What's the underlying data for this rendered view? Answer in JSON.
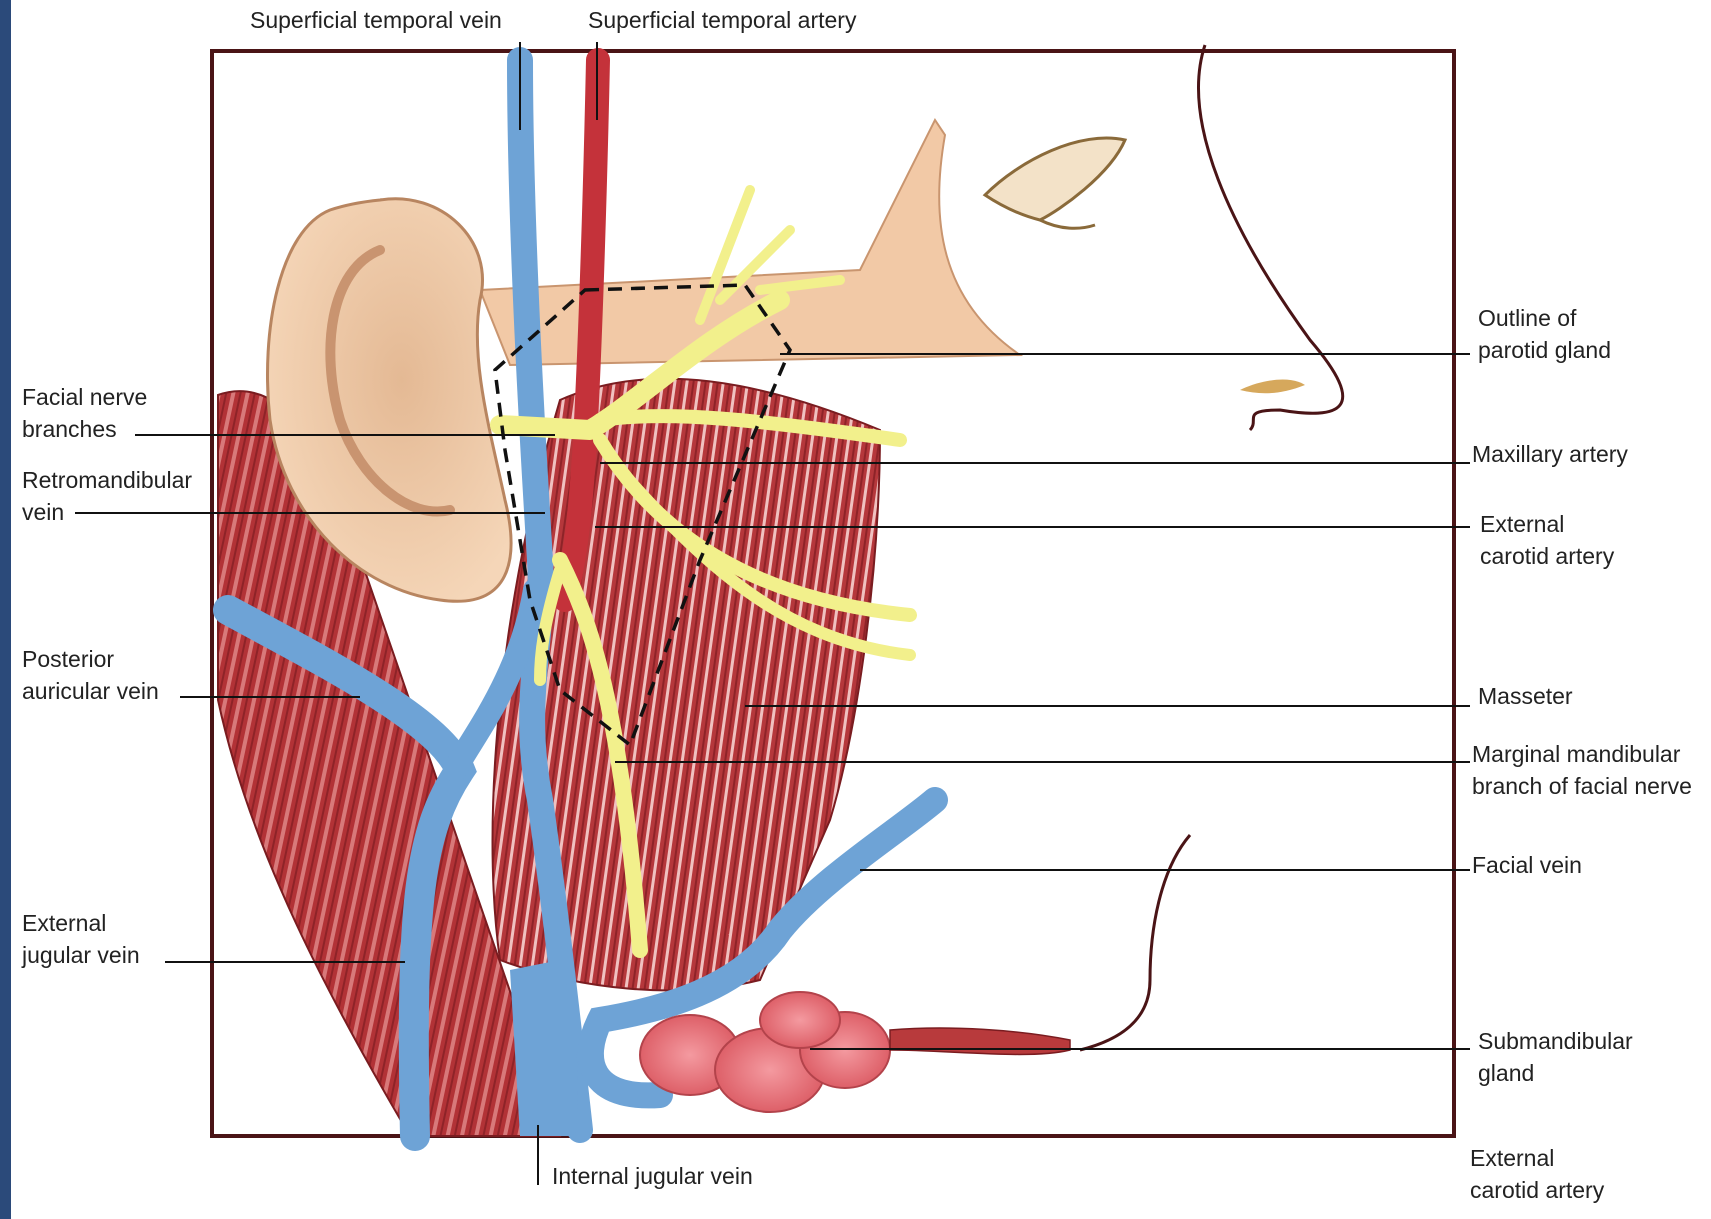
{
  "labels": {
    "superficial_temporal_vein": "Superficial temporal vein",
    "superficial_temporal_artery": "Superficial temporal artery",
    "outline_parotid": "Outline of\nparotid gland",
    "facial_nerve_branches": "Facial nerve\nbranches",
    "maxillary_artery": "Maxillary artery",
    "retromandibular_vein": "Retromandibular\nvein",
    "external_carotid_artery_upper": "External\ncarotid artery",
    "posterior_auricular_vein": "Posterior\nauricular vein",
    "masseter": "Masseter",
    "marginal_mandibular": "Marginal mandibular\nbranch of facial nerve",
    "facial_vein": "Facial vein",
    "external_jugular_vein": "External\njugular vein",
    "submandibular_gland": "Submandibular\ngland",
    "internal_jugular_vein": "Internal jugular vein",
    "external_carotid_artery_lower": "External\ncarotid artery"
  },
  "colors": {
    "frame": "#4a1416",
    "vein": "#6ea3d6",
    "artery": "#c4323a",
    "nerve": "#f2f08c",
    "skin": "#f2c9a6",
    "muscle": "#b83a3c",
    "gland": "#e97a80",
    "sidebar": "#2b4a7a"
  }
}
